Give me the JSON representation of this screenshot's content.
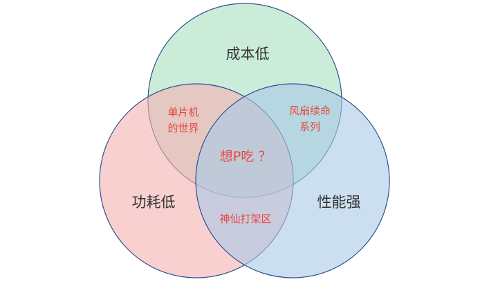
{
  "sets": [
    {
      "id": "cost",
      "label": "成本低",
      "fill": "#a8e0bf",
      "stroke": "#2f4f8f"
    },
    {
      "id": "power",
      "label": "功耗低",
      "fill": "#f5b0b0",
      "stroke": "#2f4f8f"
    },
    {
      "id": "perf",
      "label": "性能强",
      "fill": "#a9c9e8",
      "stroke": "#2f4f8f"
    }
  ],
  "overlaps": {
    "cost_power": {
      "lines": [
        "单片机",
        "的世界"
      ]
    },
    "cost_perf": {
      "lines": [
        "风扇续命",
        "系列"
      ]
    },
    "power_perf": {
      "lines": [
        "神仙打架区"
      ]
    },
    "all": {
      "lines": [
        "想P吃 ？"
      ]
    }
  },
  "colors": {
    "overlap_text": "#e8453c",
    "set_text": "#333333"
  }
}
